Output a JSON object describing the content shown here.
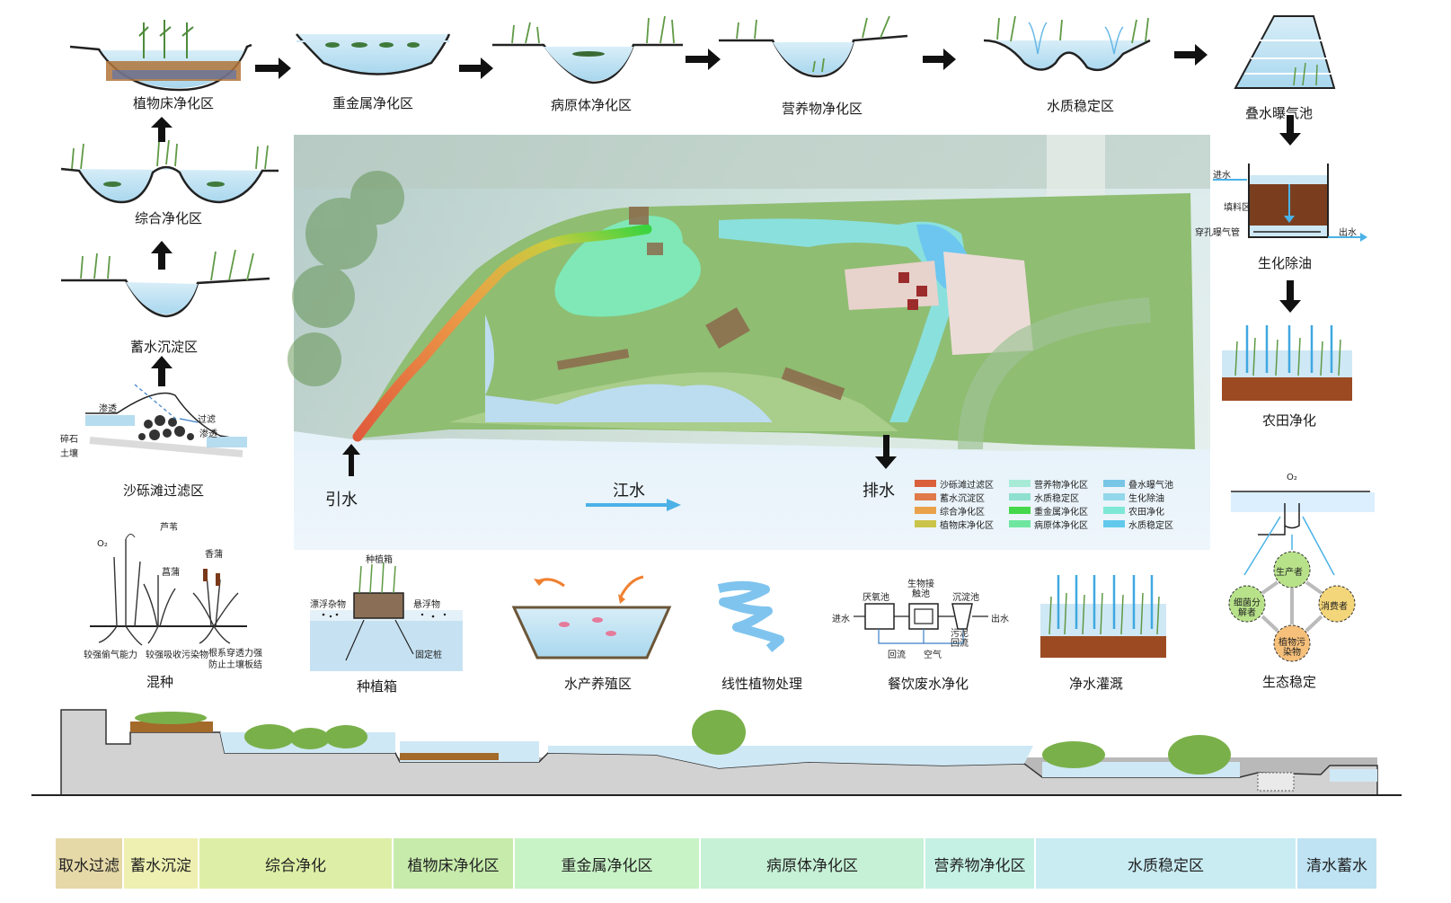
{
  "top_row": [
    {
      "label": "植物床净化区"
    },
    {
      "label": "重金属净化区"
    },
    {
      "label": "病原体净化区"
    },
    {
      "label": "营养物净化区"
    },
    {
      "label": "水质稳定区"
    },
    {
      "label": "叠水曝气池"
    }
  ],
  "left_col": [
    {
      "label": "综合净化区"
    },
    {
      "label": "蓄水沉淀区"
    },
    {
      "label": "沙砾滩过滤区"
    }
  ],
  "filter_notes": {
    "seep1": "渗透",
    "filter": "过滤",
    "seep2": "渗透",
    "gravel": "碎石",
    "soil": "土壤"
  },
  "right_col": {
    "biochem": {
      "label": "生化除油",
      "in": "进水",
      "layer": "填料区",
      "pipe": "穿孔曝气管",
      "out": "出水"
    },
    "farm": {
      "label": "农田净化"
    },
    "eco": {
      "label": "生态稳定",
      "o2": "O₂",
      "producer": "生产者",
      "consumer": "消费者",
      "decomposer": "细菌分解者",
      "pollutant": "植物污染物"
    }
  },
  "map": {
    "inlet": "引水",
    "river": "江水",
    "outlet": "排水",
    "legend": [
      {
        "name": "沙砾滩过滤区",
        "color": "#d9603a"
      },
      {
        "name": "蓄水沉淀区",
        "color": "#e07a4a"
      },
      {
        "name": "综合净化区",
        "color": "#eaa24a"
      },
      {
        "name": "植物床净化区",
        "color": "#cbc44a"
      },
      {
        "name": "营养物净化区",
        "color": "#a7ead6"
      },
      {
        "name": "水质稳定区",
        "color": "#8fe0d0"
      },
      {
        "name": "重金属净化区",
        "color": "#44d84a"
      },
      {
        "name": "病原体净化区",
        "color": "#6fe6a0"
      },
      {
        "name": "叠水曝气池",
        "color": "#78c6e6"
      },
      {
        "name": "生化除油",
        "color": "#93d8ea"
      },
      {
        "name": "农田净化",
        "color": "#7ee8d6"
      },
      {
        "name": "水质稳定区",
        "color": "#62c9ec"
      }
    ]
  },
  "bottom_row": {
    "mix": {
      "label": "混种",
      "reed": "芦苇",
      "cattail": "香蒲",
      "calamus": "菖蒲",
      "o2": "O₂",
      "cap1": "较强偷气能力",
      "cap2": "较强吸收污染物",
      "cap3": "根系穿透力强",
      "cap4": "防止土壤板结"
    },
    "box": {
      "label": "种植箱",
      "top": "种植箱",
      "float1": "漂浮杂物",
      "float2": "悬浮物",
      "pile": "固定桩"
    },
    "fish": {
      "label": "水产养殖区"
    },
    "linear": {
      "label": "线性植物处理"
    },
    "sewage": {
      "label": "餐饮废水净化",
      "anaerobic": "厌氧池",
      "contact": "生物接触池",
      "settle": "沉淀池",
      "in": "进水",
      "out": "出水",
      "reflux1": "回流",
      "air": "空气",
      "sludge": "污泥回流"
    },
    "irrigate": {
      "label": "净水灌溉"
    }
  },
  "bands": [
    {
      "label": "取水过滤",
      "color": "#e6d9a8"
    },
    {
      "label": "蓄水沉淀",
      "color": "#edf0b0"
    },
    {
      "label": "综合净化",
      "color": "#ddefa6"
    },
    {
      "label": "植物床净化区",
      "color": "#c7ebab"
    },
    {
      "label": "重金属净化区",
      "color": "#c8f3c6"
    },
    {
      "label": "病原体净化区",
      "color": "#c6f1d6"
    },
    {
      "label": "营养物净化区",
      "color": "#c5f1e4"
    },
    {
      "label": "水质稳定区",
      "color": "#c9ecf3"
    },
    {
      "label": "清水蓄水",
      "color": "#bfe3f3"
    }
  ]
}
